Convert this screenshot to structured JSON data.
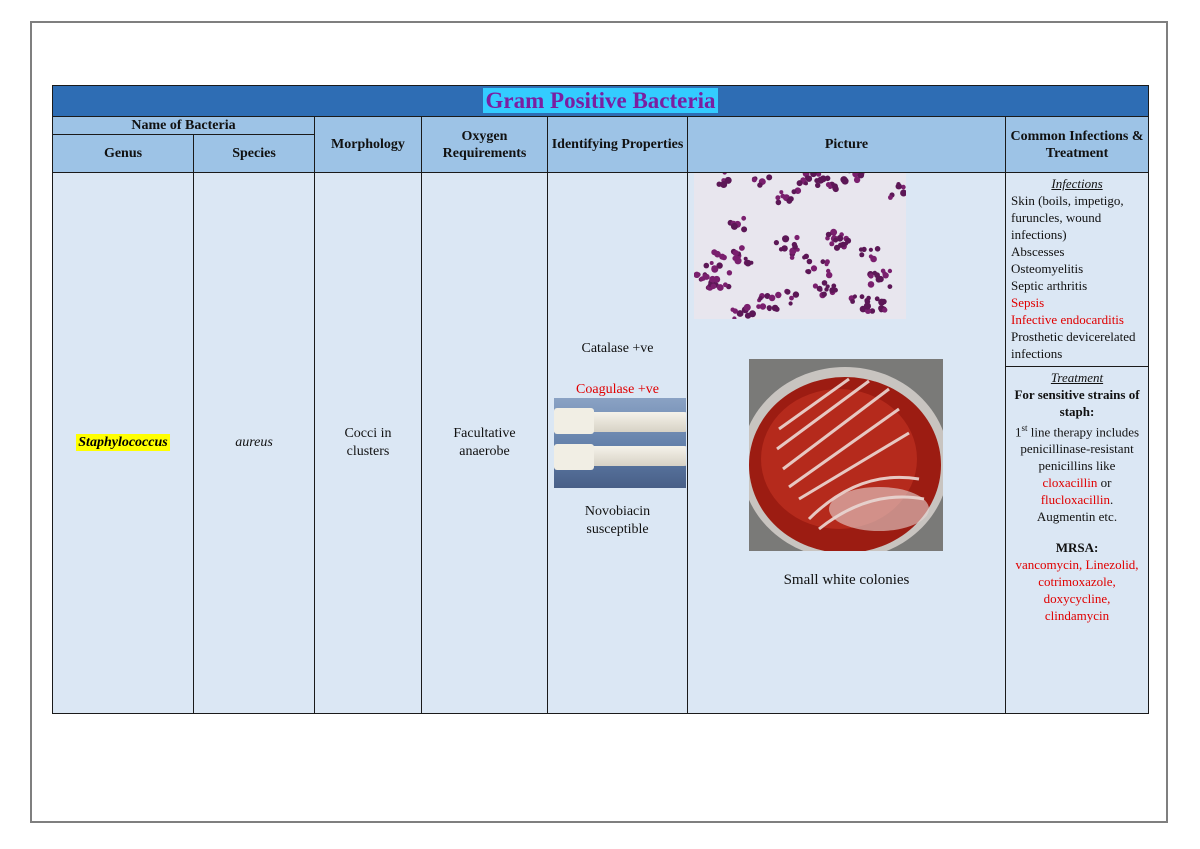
{
  "title": "Gram Positive Bacteria",
  "headers": {
    "name_of_bacteria": "Name of Bacteria",
    "genus": "Genus",
    "species": "Species",
    "morphology": "Morphology",
    "oxygen": "Oxygen Requirements",
    "identifying": "Identifying Properties",
    "picture": "Picture",
    "infections": "Common Infections & Treatment"
  },
  "row": {
    "genus": "Staphylococcus",
    "species": "aureus",
    "morphology": "Cocci in clusters",
    "oxygen": "Facultative anaerobe",
    "identifying": {
      "catalase": "Catalase +ve",
      "coagulase": "Coagulase +ve",
      "novobiacin": "Novobiacin susceptible"
    },
    "picture_caption": "Small white colonies",
    "infections": {
      "heading": "Infections",
      "items": [
        {
          "text": "Skin (boils, impetigo, furuncles, wound infections)",
          "red": false
        },
        {
          "text": "Abscesses",
          "red": false
        },
        {
          "text": "Osteomyelitis",
          "red": false
        },
        {
          "text": "Septic arthritis",
          "red": false
        },
        {
          "text": "Sepsis",
          "red": true
        },
        {
          "text": "Infective endocarditis",
          "red": true
        },
        {
          "text": "Prosthetic devicerelated infections",
          "red": false
        }
      ]
    },
    "treatment": {
      "heading": "Treatment",
      "sensitive_heading": "For sensitive strains of staph:",
      "line_ordinal": "1",
      "line_ordinal_suffix": "st",
      "line_rest": " line therapy includes penicillinase-resistant penicillins like ",
      "drug1": "cloxacillin",
      "or_text": " or ",
      "drug2": "flucloxacillin",
      "period": ".",
      "augmentin": "Augmentin etc.",
      "mrsa_heading": "MRSA:",
      "mrsa_drugs": "vancomycin, Linezolid, cotrimoxazole, doxycycline, clindamycin"
    }
  },
  "colors": {
    "title_bar": "#2e6db4",
    "title_highlight": "#33ccff",
    "title_text": "#7a1fa2",
    "header_bg": "#9dc3e6",
    "body_bg": "#dbe7f4",
    "highlight_yellow": "#ffff00",
    "alert_red": "#e00000"
  }
}
